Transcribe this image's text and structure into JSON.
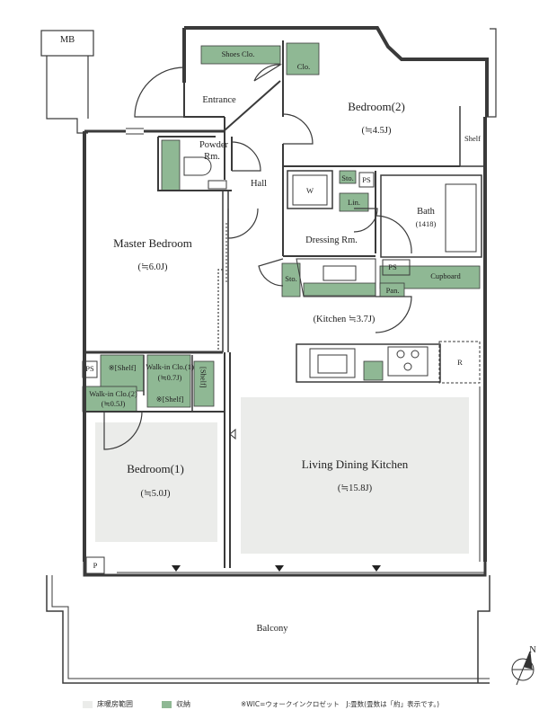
{
  "plan": {
    "rooms": {
      "mb": "MB",
      "entrance": "Entrance",
      "shoes": "Shoes Clo.",
      "clo": "Clo.",
      "bedroom2": "Bedroom(2)",
      "bedroom2_area": "(≒4.5J)",
      "shelf": "Shelf",
      "powder": "Powder",
      "powder2": "Rm.",
      "hall": "Hall",
      "sto_top": "Sto.",
      "ps_top": "PS",
      "w": "W",
      "lin": "Lin.",
      "bath": "Bath",
      "bath_size": "(1418)",
      "dressing": "Dressing Rm.",
      "master": "Master Bedroom",
      "master_area": "(≒6.0J)",
      "sto_left": "Sto.",
      "ps_mid": "PS",
      "cupboard": "Cupboard",
      "pan": "Pan.",
      "kitchen": "(Kitchen ≒3.7J)",
      "r": "R",
      "ps_left": "PS",
      "shelf_a": "※[Shelf]",
      "wic1": "Walk-in Clo.(1)",
      "wic1_area": "(≒0.7J)",
      "shelf_b": "※[Shelf]",
      "shelf_v": "[Shelf]",
      "wic2": "Walk-in Clo.(2)",
      "wic2_area": "(≒0.5J)",
      "bedroom1": "Bedroom(1)",
      "bedroom1_area": "(≒5.0J)",
      "ldk": "Living Dining Kitchen",
      "ldk_area": "(≒15.8J)",
      "p": "P",
      "balcony": "Balcony"
    },
    "compass": "N",
    "legend": {
      "floor_heating": "床暖房範囲",
      "storage": "収納",
      "note": "※WIC=ウォークインクロゼット　J:畳数(畳数は「約」表示です。)"
    },
    "colors": {
      "wall": "#3a3a3a",
      "storage": "#8fb894",
      "floor_heating": "#ebecea"
    }
  }
}
